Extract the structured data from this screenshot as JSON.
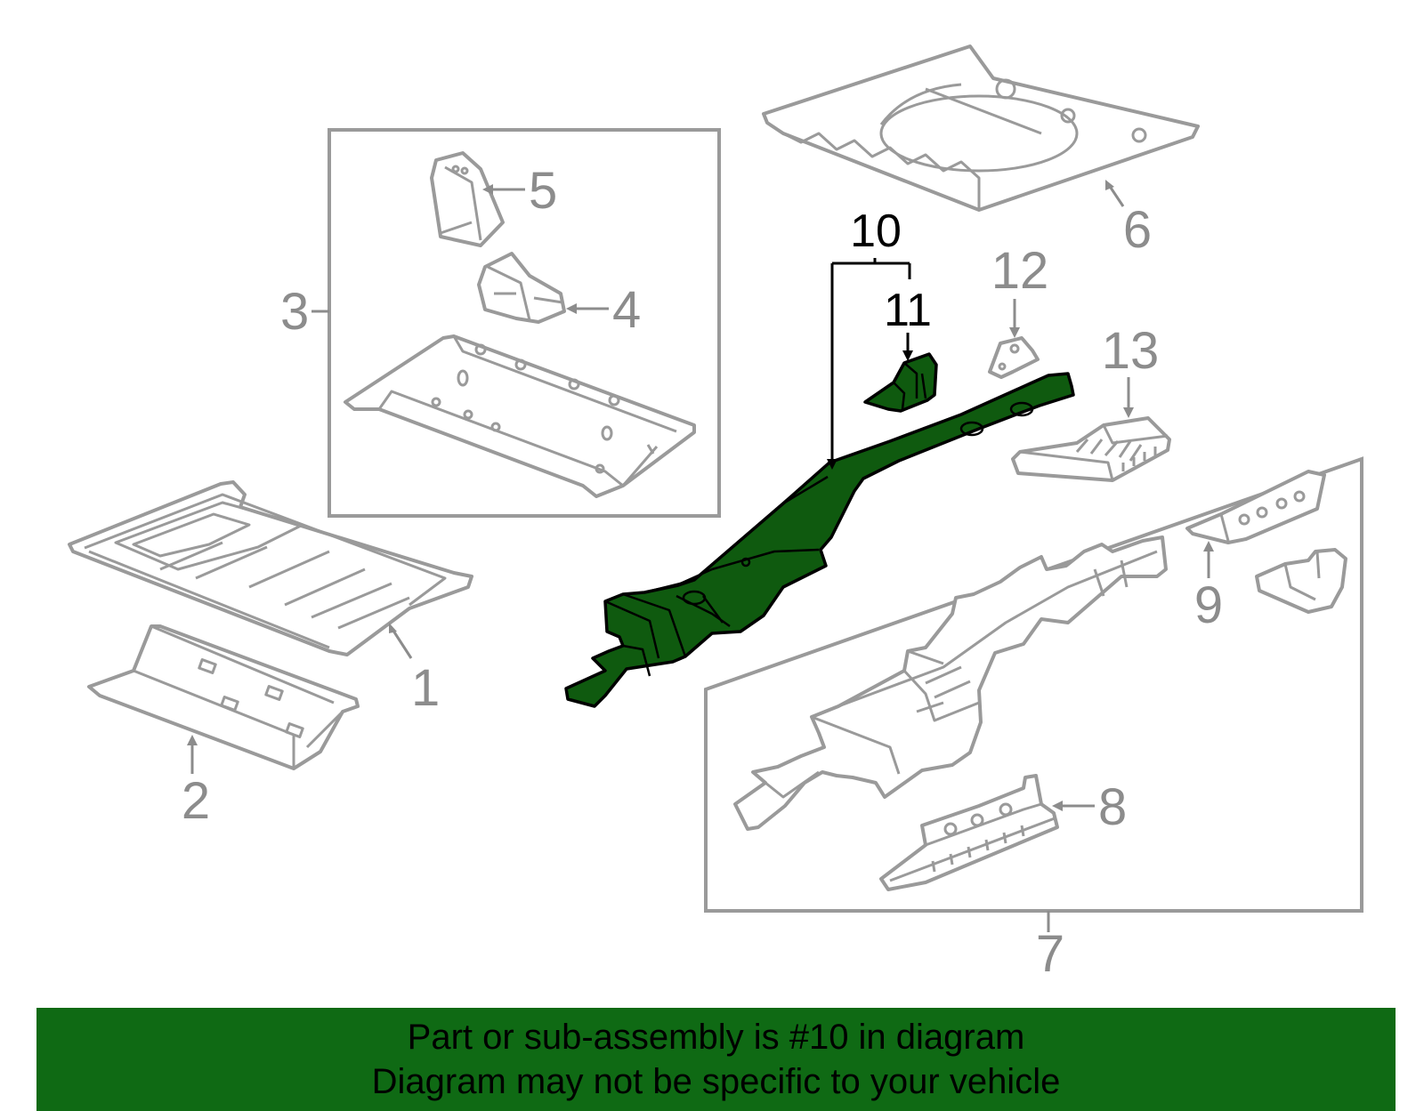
{
  "callouts": {
    "c1": "1",
    "c2": "2",
    "c3": "3",
    "c4": "4",
    "c5": "5",
    "c6": "6",
    "c7": "7",
    "c8": "8",
    "c9": "9",
    "c10": "10",
    "c11": "11",
    "c12": "12",
    "c13": "13"
  },
  "highlight_color": "#0f5a0f",
  "banner": {
    "line1": "Part or sub-assembly is #10 in diagram",
    "line2": "Diagram may not be specific to your vehicle",
    "background": "#0f6a14"
  }
}
